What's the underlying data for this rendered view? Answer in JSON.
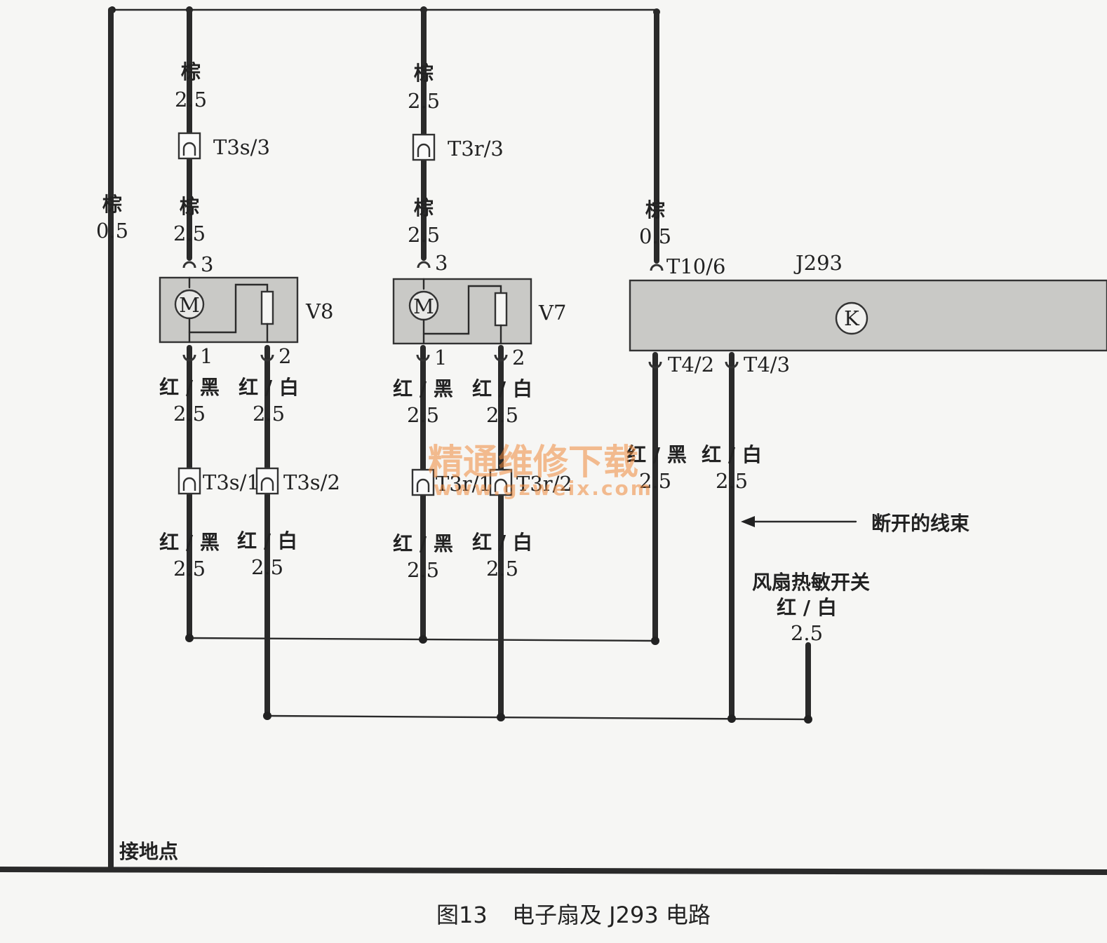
{
  "wires": {
    "ground_main": {
      "color": "棕",
      "gauge": "0.5"
    },
    "v8_supply_upper": {
      "color": "棕",
      "gauge": "2.5"
    },
    "v8_supply_lower": {
      "color": "棕",
      "gauge": "2.5"
    },
    "v7_supply_upper": {
      "color": "棕",
      "gauge": "2.5"
    },
    "v7_supply_lower": {
      "color": "棕",
      "gauge": "2.5"
    },
    "j293_ground": {
      "color": "棕",
      "gauge": "0.5"
    },
    "v8_pin1_upper": {
      "color": "红 / 黑",
      "gauge": "2.5"
    },
    "v8_pin2_upper": {
      "color": "红 / 白",
      "gauge": "2.5"
    },
    "v7_pin1_upper": {
      "color": "红 / 黑",
      "gauge": "2.5"
    },
    "v7_pin2_upper": {
      "color": "红 / 白",
      "gauge": "2.5"
    },
    "v8_pin1_lower": {
      "color": "红 / 黑",
      "gauge": "2.5"
    },
    "v8_pin2_lower": {
      "color": "红 / 白",
      "gauge": "2.5"
    },
    "v7_pin1_lower": {
      "color": "红 / 黑",
      "gauge": "2.5"
    },
    "v7_pin2_lower": {
      "color": "红 / 白",
      "gauge": "2.5"
    },
    "j293_t42": {
      "color": "红 / 黑",
      "gauge": "2.5"
    },
    "j293_t43": {
      "color": "红 / 白",
      "gauge": "2.5"
    },
    "fan_switch": {
      "color": "红 / 白",
      "gauge": "2.5"
    }
  },
  "connectors": {
    "t3s3": "T3s/3",
    "t3r3": "T3r/3",
    "t3s1": "T3s/1",
    "t3s2": "T3s/2",
    "t3r1": "T3r/1",
    "t3r2": "T3r/2",
    "t106": "T10/6",
    "t42": "T4/2",
    "t43": "T4/3"
  },
  "pins": {
    "v8_p3": "3",
    "v8_p1": "1",
    "v8_p2": "2",
    "v7_p3": "3",
    "v7_p1": "1",
    "v7_p2": "2"
  },
  "components": {
    "v8": "V8",
    "v7": "V7",
    "j293": "J293",
    "motor_symbol": "M",
    "relay_symbol": "K"
  },
  "labels": {
    "broken_harness": "断开的线束",
    "fan_switch": "风扇热敏开关",
    "ground_point": "接地点"
  },
  "watermark": {
    "line1": "精通维修下载",
    "line2": "www.gzweix.com"
  },
  "caption": {
    "figure": "图13",
    "title": "电子扇及 J293 电路"
  }
}
